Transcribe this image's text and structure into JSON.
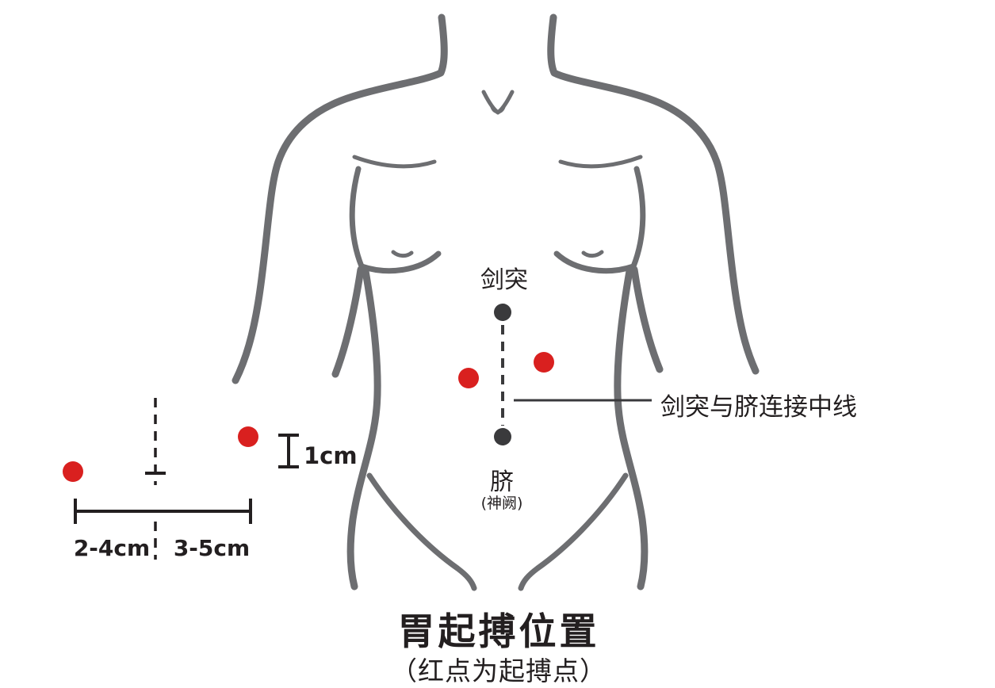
{
  "diagram": {
    "labels": {
      "xiphoid": "剑突",
      "navel": "脐",
      "navel_alt": "(神阙)",
      "midline": "剑突与脐连接中线",
      "one_cm": "1cm",
      "range_left": "2-4cm",
      "range_right": "3-5cm"
    },
    "title": "胃起搏位置",
    "subtitle": "（红点为起搏点）",
    "colors": {
      "red_point": "#d9201f",
      "dark_point": "#3a3a3c",
      "body_outline": "#6d6e71",
      "text": "#231f20"
    }
  }
}
